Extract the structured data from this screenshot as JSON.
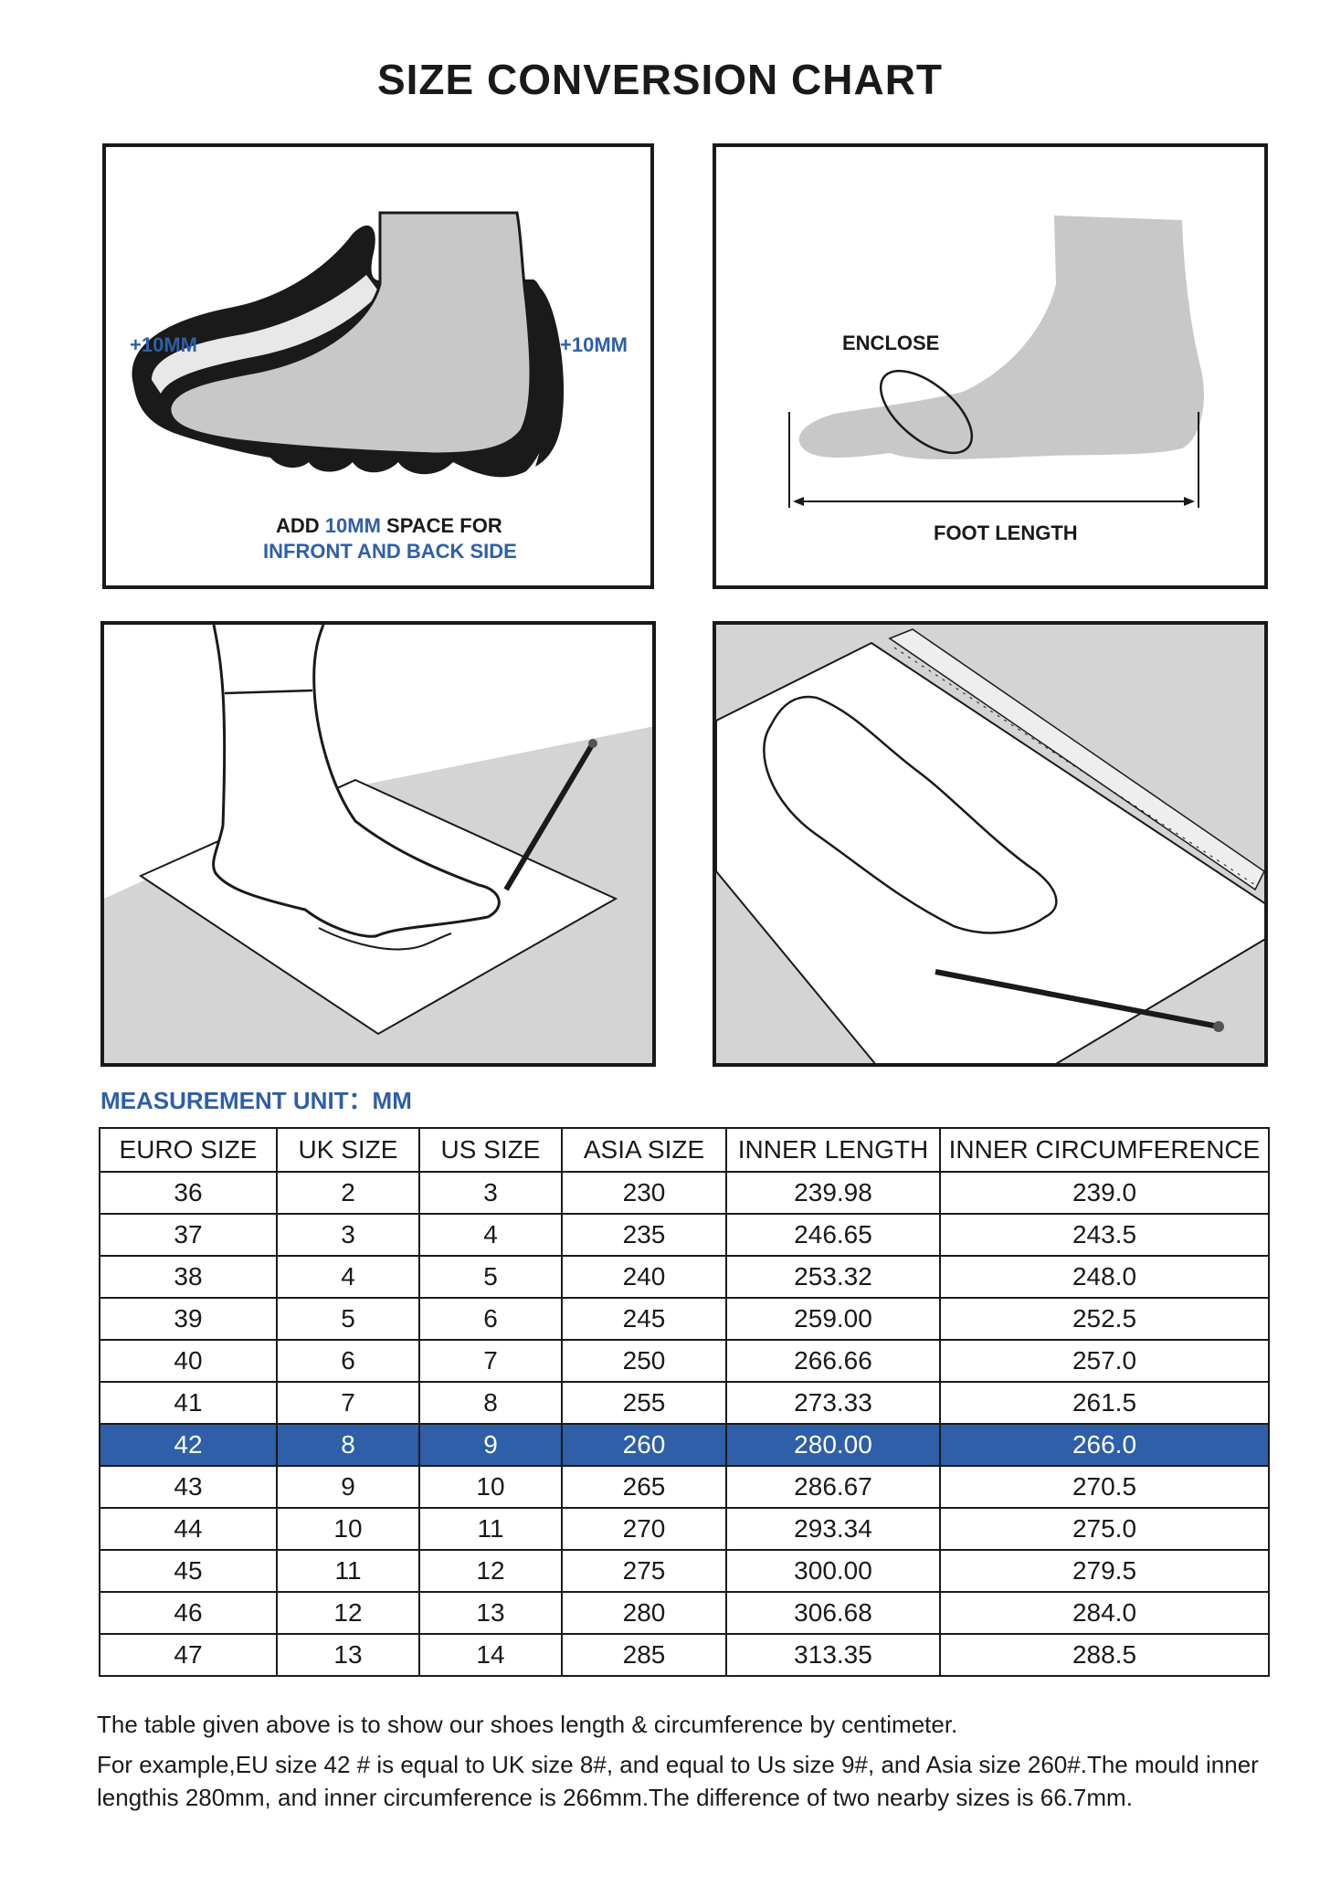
{
  "title": "SIZE CONVERSION CHART",
  "panel1": {
    "left_label": "+10MM",
    "right_label": "+10MM",
    "caption_line1_a": "ADD ",
    "caption_line1_b": "10MM",
    "caption_line1_c": " SPACE FOR",
    "caption_line2": "INFRONT AND BACK SIDE"
  },
  "panel2": {
    "enclose_label": "ENCLOSE",
    "length_label": "FOOT LENGTH"
  },
  "measurement_unit": "MEASUREMENT UNIT：MM",
  "table": {
    "headers": [
      "EURO SIZE",
      "UK SIZE",
      "US SIZE",
      "ASIA SIZE",
      "INNER LENGTH",
      "INNER CIRCUMFERENCE"
    ],
    "rows": [
      [
        "36",
        "2",
        "3",
        "230",
        "239.98",
        "239.0"
      ],
      [
        "37",
        "3",
        "4",
        "235",
        "246.65",
        "243.5"
      ],
      [
        "38",
        "4",
        "5",
        "240",
        "253.32",
        "248.0"
      ],
      [
        "39",
        "5",
        "6",
        "245",
        "259.00",
        "252.5"
      ],
      [
        "40",
        "6",
        "7",
        "250",
        "266.66",
        "257.0"
      ],
      [
        "41",
        "7",
        "8",
        "255",
        "273.33",
        "261.5"
      ],
      [
        "42",
        "8",
        "9",
        "260",
        "280.00",
        "266.0"
      ],
      [
        "43",
        "9",
        "10",
        "265",
        "286.67",
        "270.5"
      ],
      [
        "44",
        "10",
        "11",
        "270",
        "293.34",
        "275.0"
      ],
      [
        "45",
        "11",
        "12",
        "275",
        "300.00",
        "279.5"
      ],
      [
        "46",
        "12",
        "13",
        "280",
        "306.68",
        "284.0"
      ],
      [
        "47",
        "13",
        "14",
        "285",
        "313.35",
        "288.5"
      ]
    ],
    "highlight_color": "#2e5fa8"
  },
  "notes": {
    "line1": "The table given above is to show our shoes length & circumference by centimeter.",
    "line2": "For example,EU size 42 # is equal to UK size 8#, and equal to Us size 9#, and Asia size 260#.The mould inner",
    "line3": "lengthis 280mm, and inner circumference is 266mm.The difference of two nearby sizes is 66.7mm."
  },
  "colors": {
    "accent_blue": "#2e5fa8",
    "foot_gray": "#c8c8c8",
    "line_dark": "#1a1a1a"
  }
}
